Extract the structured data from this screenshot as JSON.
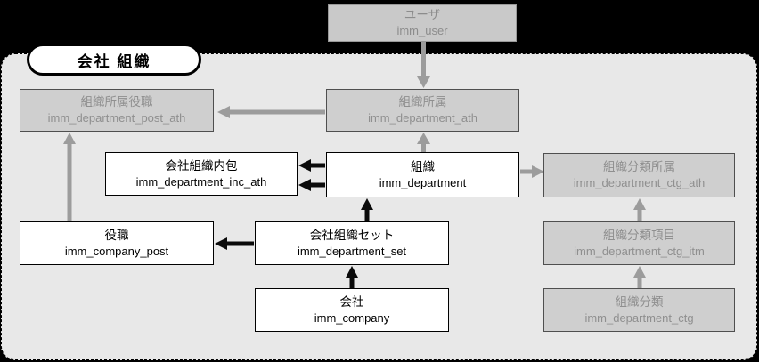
{
  "diagram": {
    "group_label": "会社 組織",
    "entities": {
      "user": {
        "label": "ユーザ",
        "code": "imm_user"
      },
      "dept_post_ath": {
        "label": "組織所属役職",
        "code": "imm_department_post_ath"
      },
      "dept_ath": {
        "label": "組織所属",
        "code": "imm_department_ath"
      },
      "dept_inc_ath": {
        "label": "会社組織内包",
        "code": "imm_department_inc_ath"
      },
      "department": {
        "label": "組織",
        "code": "imm_department"
      },
      "dept_ctg_ath": {
        "label": "組織分類所属",
        "code": "imm_department_ctg_ath"
      },
      "company_post": {
        "label": "役職",
        "code": "imm_company_post"
      },
      "dept_set": {
        "label": "会社組織セット",
        "code": "imm_department_set"
      },
      "dept_ctg_itm": {
        "label": "組織分類項目",
        "code": "imm_department_ctg_itm"
      },
      "company": {
        "label": "会社",
        "code": "imm_company"
      },
      "dept_ctg": {
        "label": "組織分類",
        "code": "imm_department_ctg"
      }
    },
    "relations": [
      {
        "from": "user",
        "to": "dept_ath",
        "style": "gray"
      },
      {
        "from": "dept_ath",
        "to": "dept_post_ath",
        "style": "gray"
      },
      {
        "from": "department",
        "to": "dept_ath",
        "style": "gray"
      },
      {
        "from": "department",
        "to": "dept_inc_ath",
        "style": "black"
      },
      {
        "from": "department",
        "to": "dept_inc_ath",
        "style": "black"
      },
      {
        "from": "department",
        "to": "dept_ctg_ath",
        "style": "gray"
      },
      {
        "from": "dept_set",
        "to": "department",
        "style": "black"
      },
      {
        "from": "dept_set",
        "to": "company_post",
        "style": "black"
      },
      {
        "from": "company_post",
        "to": "dept_post_ath",
        "style": "gray"
      },
      {
        "from": "company",
        "to": "dept_set",
        "style": "black"
      },
      {
        "from": "dept_ctg_itm",
        "to": "dept_ctg_ath",
        "style": "gray"
      },
      {
        "from": "dept_ctg",
        "to": "dept_ctg_itm",
        "style": "gray"
      }
    ],
    "colors": {
      "page_bg": "#000000",
      "frame_bg": "#e8e8e8",
      "gray_box_bg": "#cfcfcf",
      "gray_text": "#8f8f8f",
      "gray_arrow": "#9c9c9c",
      "black_arrow": "#0a0a0a"
    }
  }
}
